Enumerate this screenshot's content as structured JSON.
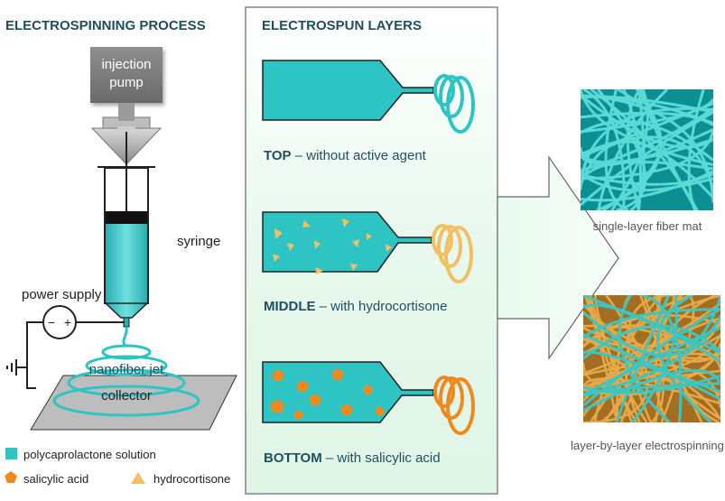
{
  "left_panel": {
    "title": "ELECTROSPINNING PROCESS",
    "pump_label_line1": "injection",
    "pump_label_line2": "pump",
    "syringe_label": "syringe",
    "power_label": "power supply",
    "jet_label": "nanofiber jet",
    "collector_label": "collector",
    "power_minus": "−",
    "power_plus": "+"
  },
  "legend": {
    "polymer": "polycaprolactone solution",
    "salicylic": "salicylic acid",
    "hydrocortisone": "hydrocortisone"
  },
  "middle_panel": {
    "title": "ELECTROSPUN LAYERS",
    "layers": [
      {
        "name": "TOP",
        "desc": " – without active agent"
      },
      {
        "name": "MIDDLE",
        "desc": " – with hydrocortisone"
      },
      {
        "name": "BOTTOM",
        "desc": " – with salicylic acid"
      }
    ]
  },
  "right_panel": {
    "single_label": "single-layer fiber mat",
    "multi_label": "layer-by-layer electrospinning"
  },
  "colors": {
    "teal": "#2ec4c4",
    "teal_dark": "#0b8f93",
    "hydrocortisone": "#f2c063",
    "salicylic": "#f08a1f",
    "title": "#1f4f5c",
    "panel_bg": "#eefaf2",
    "gold_fiber": "#c98a2b"
  }
}
